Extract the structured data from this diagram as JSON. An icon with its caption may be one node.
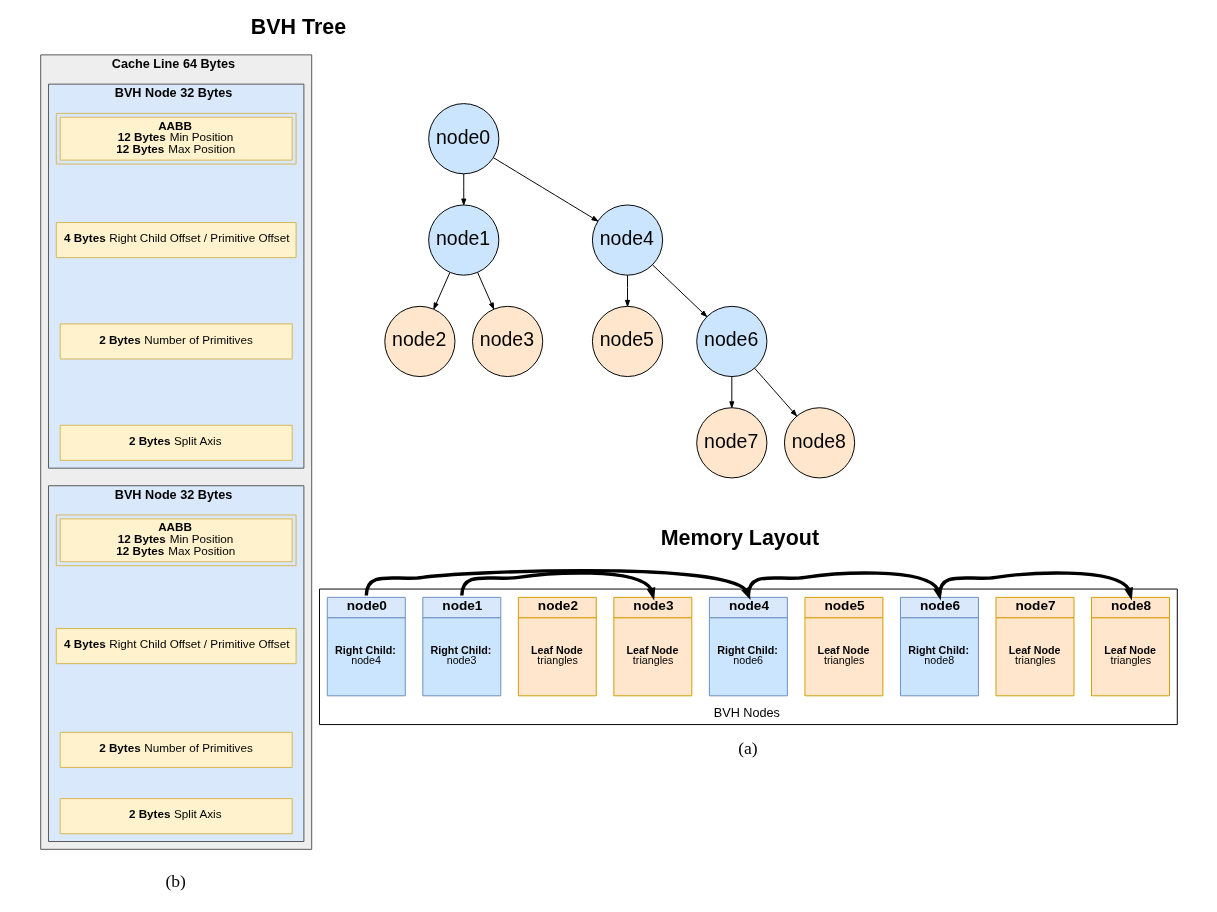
{
  "diagram": {
    "nodes": [
      {
        "text": [
          "node0"
        ]
      },
      {
        "text": [
          "node1"
        ]
      },
      {
        "text": [
          "node2"
        ]
      },
      {
        "text": [
          "node3"
        ]
      },
      {
        "text": [
          "node4"
        ]
      },
      {
        "text": [
          "node5"
        ]
      },
      {
        "text": [
          "node6"
        ]
      },
      {
        "text": [
          "node7"
        ]
      },
      {
        "text": [
          "node8"
        ]
      },
      {
        "text": [
          "BVH Nodes"
        ]
      },
      {
        "text": [
          "node0",
          "**Right Child:** node4"
        ],
        "in": 9
      },
      {
        "text": [
          "node1",
          "**Right Child:** node3"
        ],
        "in": 9
      },
      {
        "text": [
          "node2",
          "**Leaf Node** triangles"
        ],
        "in": 9
      },
      {
        "text": [
          "node3",
          "**Leaf Node** triangles"
        ],
        "in": 9
      },
      {
        "text": [
          "node4",
          "**Right Child:** node6"
        ],
        "in": 9
      },
      {
        "text": [
          "node5",
          "**Leaf Node** triangles"
        ],
        "in": 9
      },
      {
        "text": [
          "node6",
          "**Right Child:** node8"
        ],
        "in": 9
      },
      {
        "text": [
          "node7",
          "**Leaf Node** triangles"
        ],
        "in": 9
      },
      {
        "text": [
          "node8",
          "**Leaf Node** triangles"
        ],
        "in": 9
      },
      {
        "text": [
          "Cache Line 64 Bytes"
        ]
      },
      {
        "text": [
          "BVH Node 32 Bytes"
        ],
        "in": 19
      },
      {
        "text": [
          "AABB",
          "**12 Bytes** Min Position",
          "**12 Bytes** Max Position"
        ],
        "in": 20
      },
      {
        "text": [
          "**4 Bytes** Right Child Offset / Primitive Offset"
        ],
        "in": 20
      },
      {
        "text": [
          "**2 Bytes** Number of Primitives"
        ],
        "in": 20
      },
      {
        "text": [
          "**2 Bytes** Split Axis"
        ],
        "in": 20
      },
      {
        "text": [
          "BVH Node 32 Bytes"
        ],
        "in": 19
      },
      {
        "text": [
          "AABB",
          "**12 Bytes** Min Position",
          "**12 Bytes** Max Position"
        ],
        "in": 25
      },
      {
        "text": [
          "**4 Bytes** Right Child Offset / Primitive Offset"
        ],
        "in": 25
      },
      {
        "text": [
          "**2 Bytes** Number of Primitives"
        ],
        "in": 25
      },
      {
        "text": [
          "**2 Bytes** Split Axis"
        ],
        "in": 25
      }
    ],
    "edges": [
      {
        "from": 0,
        "to": 1,
        "arrow": "to"
      },
      {
        "from": 0,
        "to": 4,
        "arrow": "to"
      },
      {
        "from": 1,
        "to": 2,
        "arrow": "to"
      },
      {
        "from": 1,
        "to": 3,
        "arrow": "to"
      },
      {
        "from": 4,
        "to": 5,
        "arrow": "to"
      },
      {
        "from": 4,
        "to": 6,
        "arrow": "to"
      },
      {
        "from": 6,
        "to": 7,
        "arrow": "to"
      },
      {
        "from": 6,
        "to": 8,
        "arrow": "to"
      },
      {
        "from": 10,
        "to": 14,
        "arrow": "to",
        "style": "thick"
      },
      {
        "from": 11,
        "to": 13,
        "arrow": "to",
        "style": "thick"
      },
      {
        "from": 14,
        "to": 16,
        "arrow": "to",
        "style": "thick"
      },
      {
        "from": 16,
        "to": 18,
        "arrow": "to",
        "style": "thick"
      }
    ],
    "labels": [
      "BVH Tree",
      "Memory Layout",
      "(a)",
      "(b)"
    ]
  }
}
